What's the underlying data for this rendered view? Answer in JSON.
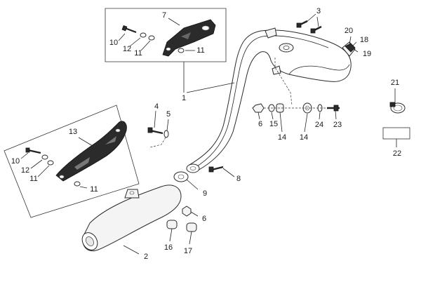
{
  "diagram": {
    "callouts": [
      {
        "id": "c1",
        "text": "1"
      },
      {
        "id": "c2",
        "text": "2"
      },
      {
        "id": "c3",
        "text": "3"
      },
      {
        "id": "c4",
        "text": "4"
      },
      {
        "id": "c5",
        "text": "5"
      },
      {
        "id": "c6a",
        "text": "6"
      },
      {
        "id": "c6b",
        "text": "6"
      },
      {
        "id": "c7",
        "text": "7"
      },
      {
        "id": "c8",
        "text": "8"
      },
      {
        "id": "c9",
        "text": "9"
      },
      {
        "id": "c10a",
        "text": "10"
      },
      {
        "id": "c10b",
        "text": "10"
      },
      {
        "id": "c11a",
        "text": "11"
      },
      {
        "id": "c11b",
        "text": "11"
      },
      {
        "id": "c11c",
        "text": "11"
      },
      {
        "id": "c11d",
        "text": "11"
      },
      {
        "id": "c12a",
        "text": "12"
      },
      {
        "id": "c12b",
        "text": "12"
      },
      {
        "id": "c13",
        "text": "13"
      },
      {
        "id": "c14a",
        "text": "14"
      },
      {
        "id": "c14b",
        "text": "14"
      },
      {
        "id": "c15",
        "text": "15"
      },
      {
        "id": "c16",
        "text": "16"
      },
      {
        "id": "c17",
        "text": "17"
      },
      {
        "id": "c18",
        "text": "18"
      },
      {
        "id": "c19",
        "text": "19"
      },
      {
        "id": "c20",
        "text": "20"
      },
      {
        "id": "c21",
        "text": "21"
      },
      {
        "id": "c22",
        "text": "22"
      },
      {
        "id": "c23",
        "text": "23"
      },
      {
        "id": "c24",
        "text": "24"
      }
    ]
  }
}
